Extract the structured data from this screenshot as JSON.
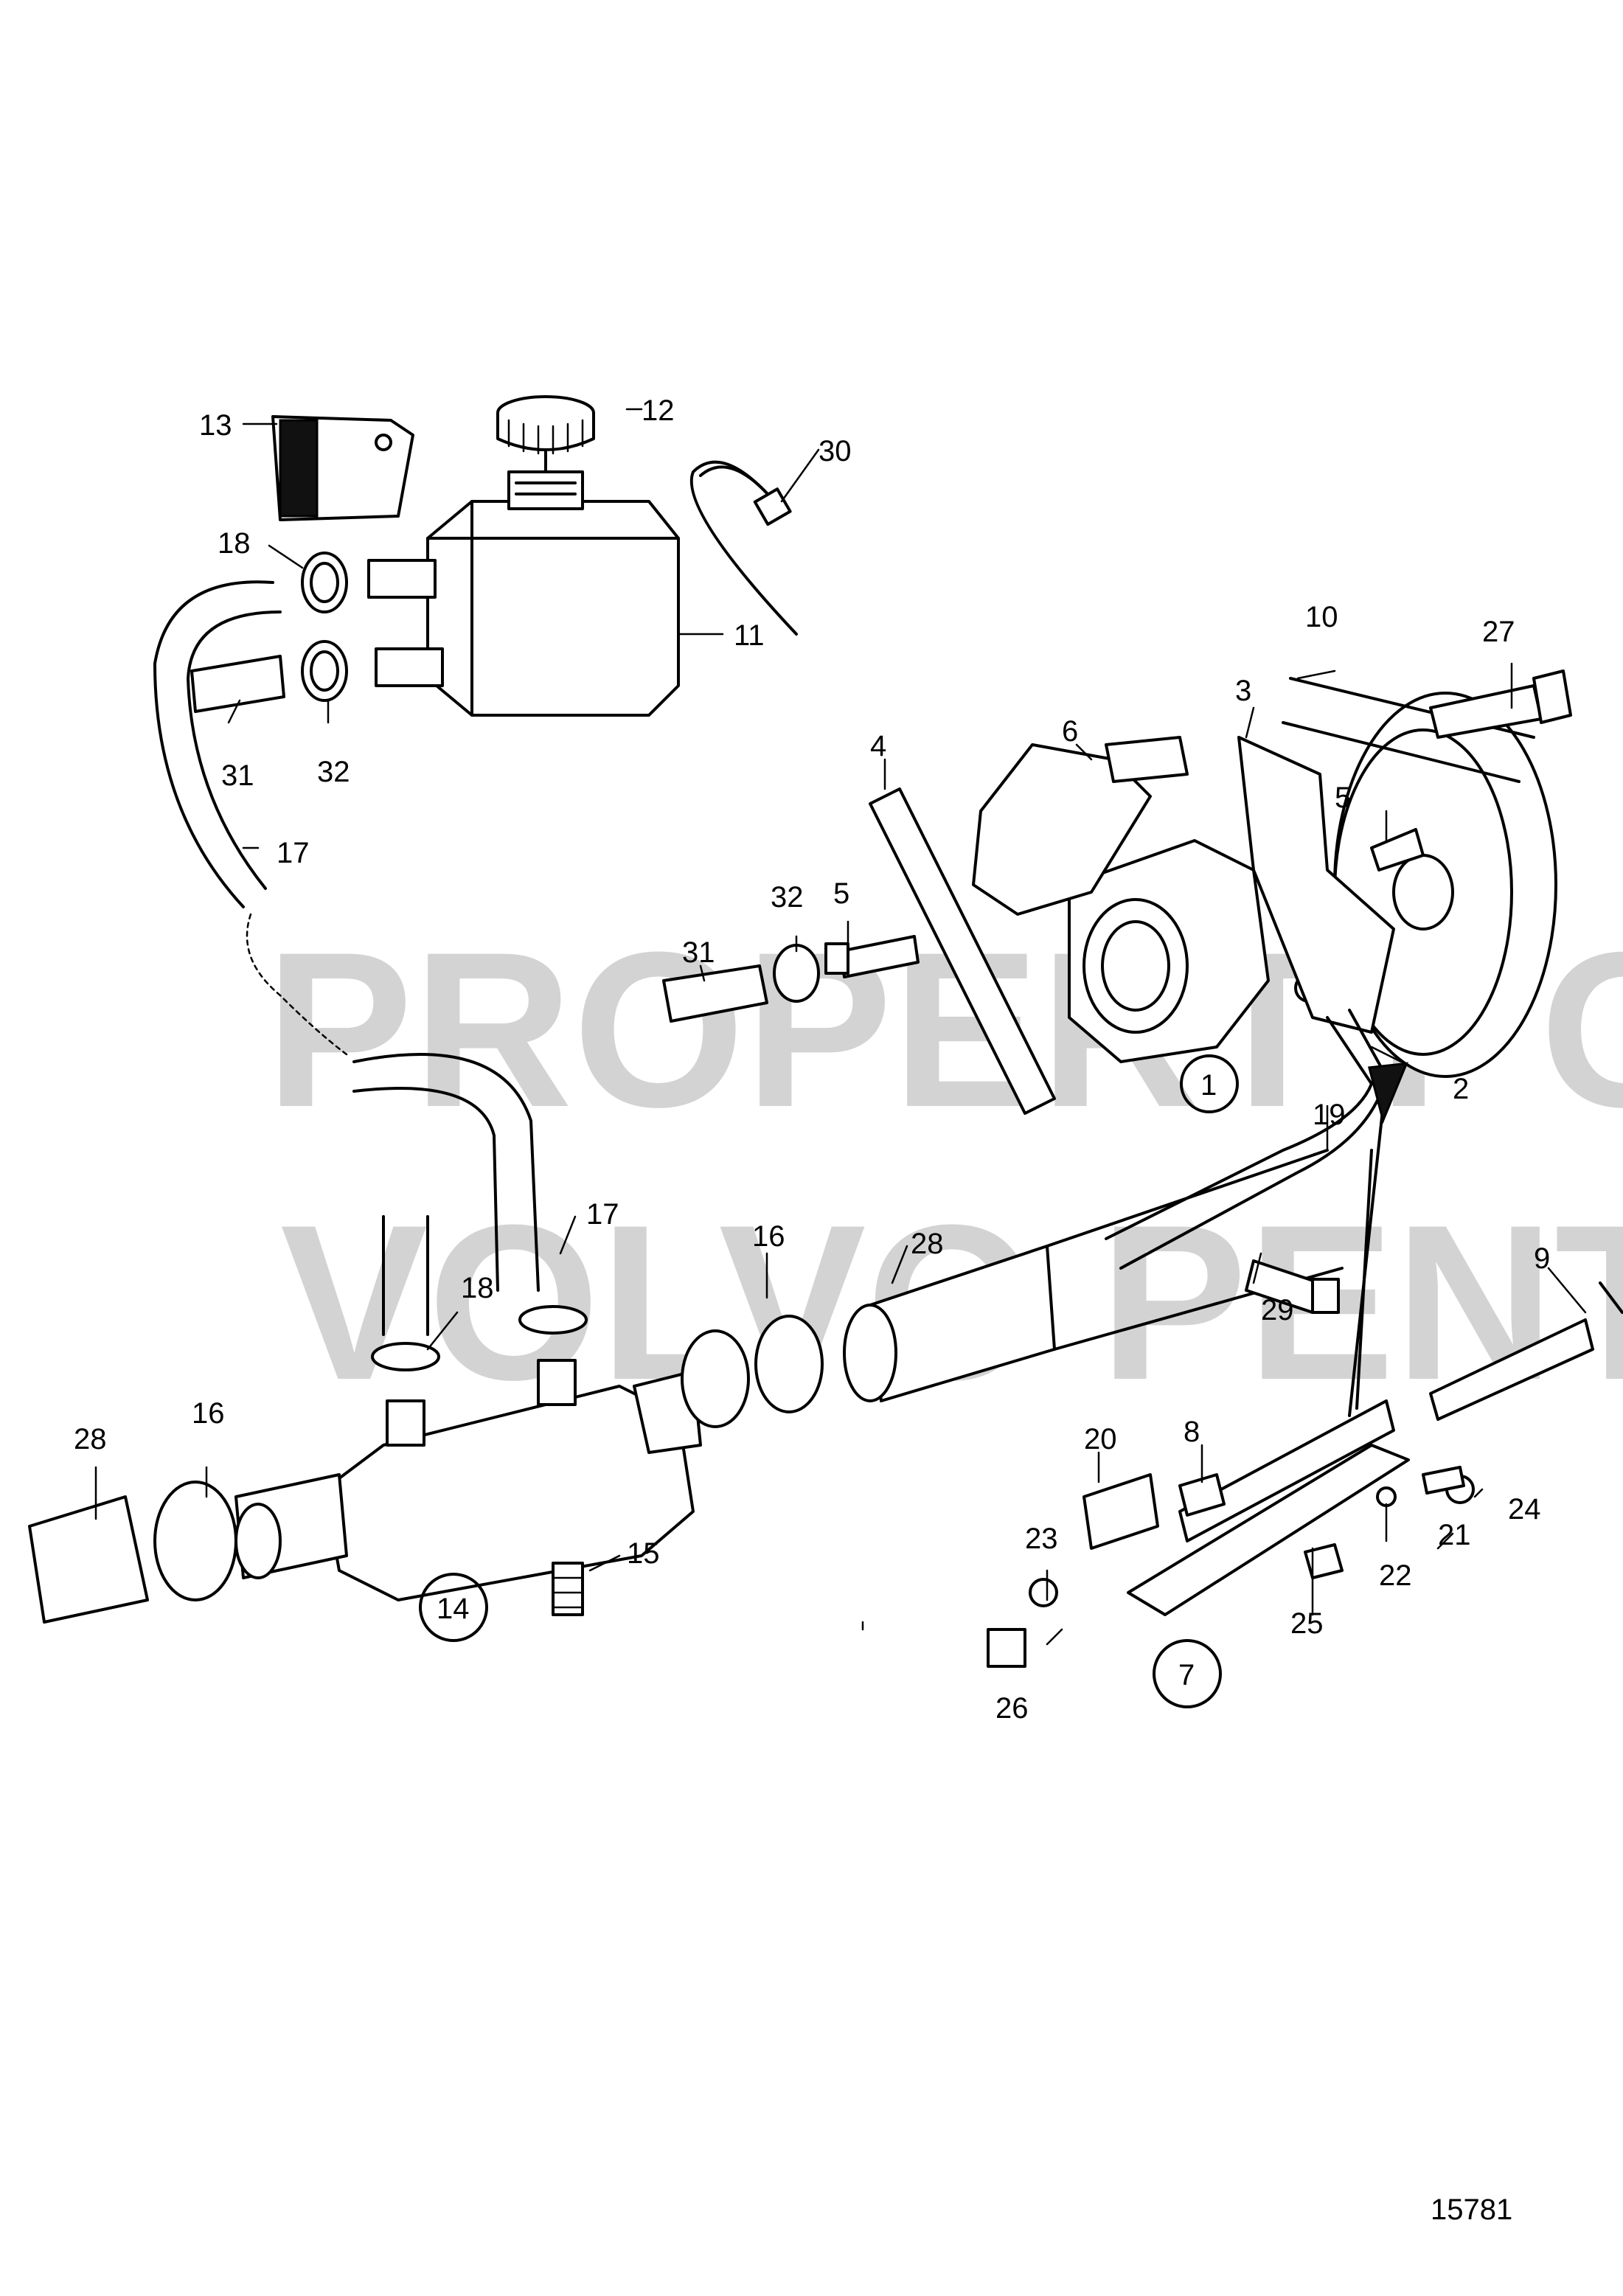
{
  "watermark": {
    "line1": "PROPERTY OF",
    "line2": "VOLVO PENTA"
  },
  "drawing_number": "15781",
  "callouts": [
    {
      "id": "c13",
      "text": "13"
    },
    {
      "id": "c12",
      "text": "12"
    },
    {
      "id": "c30",
      "text": "30"
    },
    {
      "id": "c18a",
      "text": "18"
    },
    {
      "id": "c11",
      "text": "11"
    },
    {
      "id": "c31a",
      "text": "31"
    },
    {
      "id": "c32a",
      "text": "32"
    },
    {
      "id": "c17a",
      "text": "17"
    },
    {
      "id": "c10",
      "text": "10"
    },
    {
      "id": "c27",
      "text": "27"
    },
    {
      "id": "c3",
      "text": "3"
    },
    {
      "id": "c6",
      "text": "6"
    },
    {
      "id": "c4",
      "text": "4"
    },
    {
      "id": "c5a",
      "text": "5"
    },
    {
      "id": "c5b",
      "text": "5"
    },
    {
      "id": "c32b",
      "text": "32"
    },
    {
      "id": "c31b",
      "text": "31"
    },
    {
      "id": "c1",
      "text": "1"
    },
    {
      "id": "c2",
      "text": "2"
    },
    {
      "id": "c19",
      "text": "19"
    },
    {
      "id": "c17b",
      "text": "17"
    },
    {
      "id": "c16a",
      "text": "16"
    },
    {
      "id": "c28a",
      "text": "28"
    },
    {
      "id": "c29",
      "text": "29"
    },
    {
      "id": "c18b",
      "text": "18"
    },
    {
      "id": "c9",
      "text": "9"
    },
    {
      "id": "c16b",
      "text": "16"
    },
    {
      "id": "c28b",
      "text": "28"
    },
    {
      "id": "c20",
      "text": "20"
    },
    {
      "id": "c8",
      "text": "8"
    },
    {
      "id": "c15",
      "text": "15"
    },
    {
      "id": "c23",
      "text": "23"
    },
    {
      "id": "c24",
      "text": "24"
    },
    {
      "id": "c21",
      "text": "21"
    },
    {
      "id": "c14",
      "text": "14"
    },
    {
      "id": "c22",
      "text": "22"
    },
    {
      "id": "c25",
      "text": "25"
    },
    {
      "id": "c7",
      "text": "7"
    },
    {
      "id": "c26",
      "text": "26"
    }
  ]
}
